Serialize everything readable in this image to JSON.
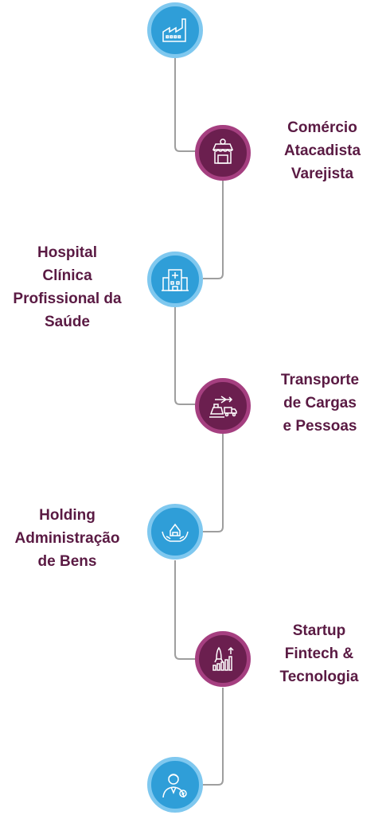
{
  "steps": [
    {
      "icon": "factory-icon",
      "lines": []
    },
    {
      "icon": "shop-icon",
      "lines": [
        "Comércio",
        "Atacadista",
        "Varejista"
      ]
    },
    {
      "icon": "hospital-icon",
      "lines": [
        "Hospital",
        "Clínica",
        "Profissional da",
        "Saúde"
      ]
    },
    {
      "icon": "transport-icon",
      "lines": [
        "Transporte",
        "de Cargas",
        "e Pessoas"
      ]
    },
    {
      "icon": "holding-hands-house-icon",
      "lines": [
        "Holding",
        "Administração",
        "de Bens"
      ]
    },
    {
      "icon": "startup-rocket-chart-icon",
      "lines": [
        "Startup",
        "Fintech &",
        "Tecnologia"
      ]
    },
    {
      "icon": "professional-person-icon",
      "lines": []
    }
  ],
  "colors": {
    "blue": "#2f9ed8",
    "purple": "#6b1f4f",
    "text": "#5a1a43",
    "line": "#9e9e9e"
  }
}
